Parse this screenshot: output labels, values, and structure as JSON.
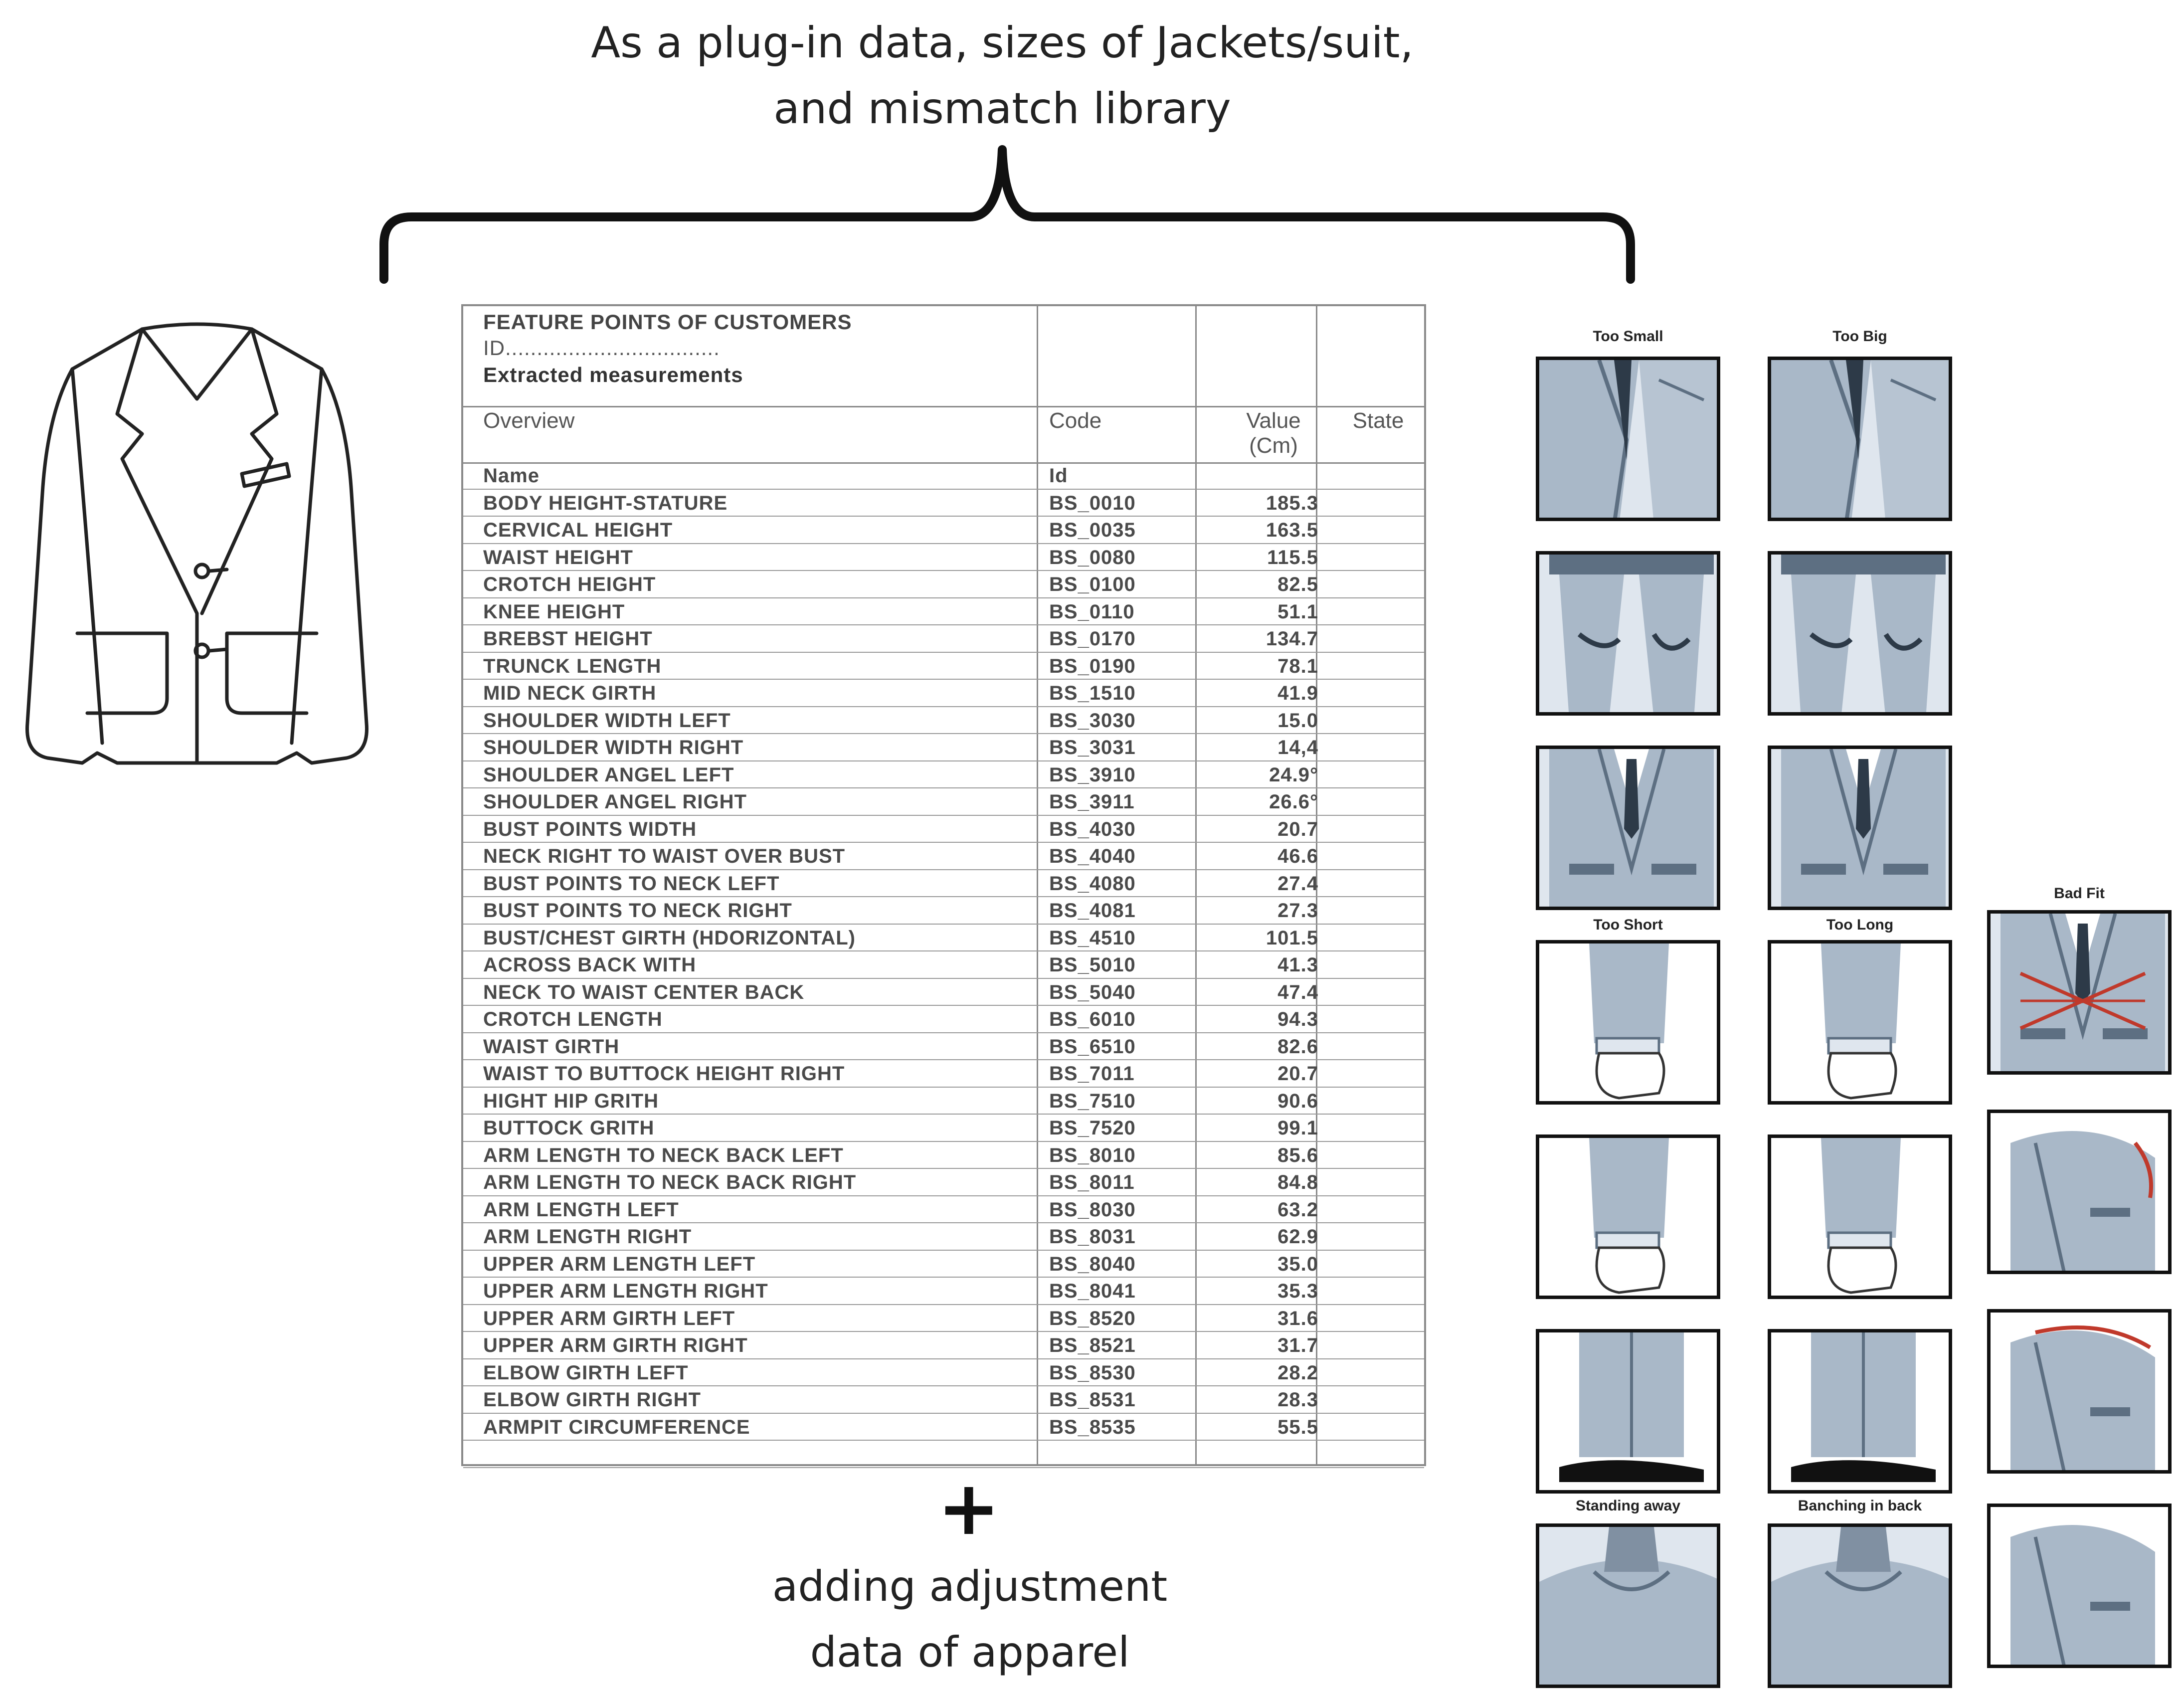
{
  "heading": {
    "line1": "As a plug-in data, sizes of Jackets/suit,",
    "line2": "and mismatch library"
  },
  "table": {
    "caption_title": "FEATURE POINTS OF CUSTOMERS",
    "caption_id": "ID..................................",
    "caption_sub": "Extracted measurements",
    "col_overview": "Overview",
    "col_code": "Code",
    "col_value_1": "Value",
    "col_value_2": "(Cm)",
    "col_state": "State",
    "rows": [
      {
        "name": "Name",
        "code": "Id",
        "value": ""
      },
      {
        "name": "BODY HEIGHT-STATURE",
        "code": "BS_0010",
        "value": "185.3"
      },
      {
        "name": "CERVICAL HEIGHT",
        "code": "BS_0035",
        "value": "163.5"
      },
      {
        "name": "WAIST HEIGHT",
        "code": "BS_0080",
        "value": "115.5"
      },
      {
        "name": "CROTCH HEIGHT",
        "code": "BS_0100",
        "value": "82.5"
      },
      {
        "name": "KNEE HEIGHT",
        "code": "BS_0110",
        "value": "51.1"
      },
      {
        "name": "BREBST HEIGHT",
        "code": "BS_0170",
        "value": "134.7"
      },
      {
        "name": "TRUNCK LENGTH",
        "code": "BS_0190",
        "value": "78.1"
      },
      {
        "name": "MID NECK GIRTH",
        "code": "BS_1510",
        "value": "41.9"
      },
      {
        "name": "SHOULDER WIDTH LEFT",
        "code": "BS_3030",
        "value": "15.0"
      },
      {
        "name": "SHOULDER WIDTH RIGHT",
        "code": "BS_3031",
        "value": "14,4"
      },
      {
        "name": "SHOULDER ANGEL LEFT",
        "code": "BS_3910",
        "value": "24.9°"
      },
      {
        "name": "SHOULDER ANGEL RIGHT",
        "code": "BS_3911",
        "value": "26.6°"
      },
      {
        "name": "BUST POINTS WIDTH",
        "code": "BS_4030",
        "value": "20.7"
      },
      {
        "name": "NECK RIGHT TO WAIST OVER BUST",
        "code": "BS_4040",
        "value": "46.6"
      },
      {
        "name": "BUST POINTS TO NECK LEFT",
        "code": "BS_4080",
        "value": "27.4"
      },
      {
        "name": "BUST POINTS TO NECK RIGHT",
        "code": "BS_4081",
        "value": "27.3"
      },
      {
        "name": "BUST/CHEST GIRTH (HDORIZONTAL)",
        "code": "BS_4510",
        "value": "101.5"
      },
      {
        "name": "ACROSS BACK WITH",
        "code": "BS_5010",
        "value": "41.3"
      },
      {
        "name": "NECK TO WAIST CENTER BACK",
        "code": "BS_5040",
        "value": "47.4"
      },
      {
        "name": "CROTCH LENGTH",
        "code": "BS_6010",
        "value": "94.3"
      },
      {
        "name": "WAIST GIRTH",
        "code": "BS_6510",
        "value": "82.6"
      },
      {
        "name": "WAIST TO BUTTOCK HEIGHT RIGHT",
        "code": "BS_7011",
        "value": "20.7"
      },
      {
        "name": "HIGHT HIP GRITH",
        "code": "BS_7510",
        "value": "90.6"
      },
      {
        "name": "BUTTOCK GRITH",
        "code": "BS_7520",
        "value": "99.1"
      },
      {
        "name": "ARM LENGTH TO NECK BACK LEFT",
        "code": "BS_8010",
        "value": "85.6"
      },
      {
        "name": "ARM LENGTH TO NECK BACK RIGHT",
        "code": "BS_8011",
        "value": "84.8"
      },
      {
        "name": "ARM LENGTH LEFT",
        "code": "BS_8030",
        "value": "63.2"
      },
      {
        "name": "ARM LENGTH RIGHT",
        "code": "BS_8031",
        "value": "62.9"
      },
      {
        "name": "UPPER ARM LENGTH LEFT",
        "code": "BS_8040",
        "value": "35.0"
      },
      {
        "name": "UPPER ARM LENGTH RIGHT",
        "code": "BS_8041",
        "value": "35.3"
      },
      {
        "name": "UPPER ARM GIRTH LEFT",
        "code": "BS_8520",
        "value": "31.6"
      },
      {
        "name": "UPPER ARM GIRTH RIGHT",
        "code": "BS_8521",
        "value": "31.7"
      },
      {
        "name": "ELBOW GIRTH LEFT",
        "code": "BS_8530",
        "value": "28.2"
      },
      {
        "name": "ELBOW GIRTH RIGHT",
        "code": "BS_8531",
        "value": "28.3"
      },
      {
        "name": "ARMPIT CIRCUMFERENCE",
        "code": "BS_8535",
        "value": "55.5"
      },
      {
        "name": "",
        "code": "",
        "value": ""
      }
    ]
  },
  "footer": {
    "plus": "+",
    "line1": "adding adjustment",
    "line2": "data of apparel"
  },
  "library": {
    "labels": {
      "too_small": "Too Small",
      "too_big": "Too Big",
      "bad_fit": "Bad Fit",
      "too_short": "Too Short",
      "too_long": "Too Long",
      "standing_away": "Standing away",
      "banching_in_back": "Banching in back"
    },
    "tile_icons": [
      "suit-lapel-icon",
      "trousers-icon",
      "jacket-front-icon",
      "sleeve-cuff-icon",
      "trouser-hem-icon",
      "collar-back-icon",
      "shoulder-icon"
    ],
    "accent_red": "#c0392b",
    "suit_gray": "#a9b8c8"
  }
}
